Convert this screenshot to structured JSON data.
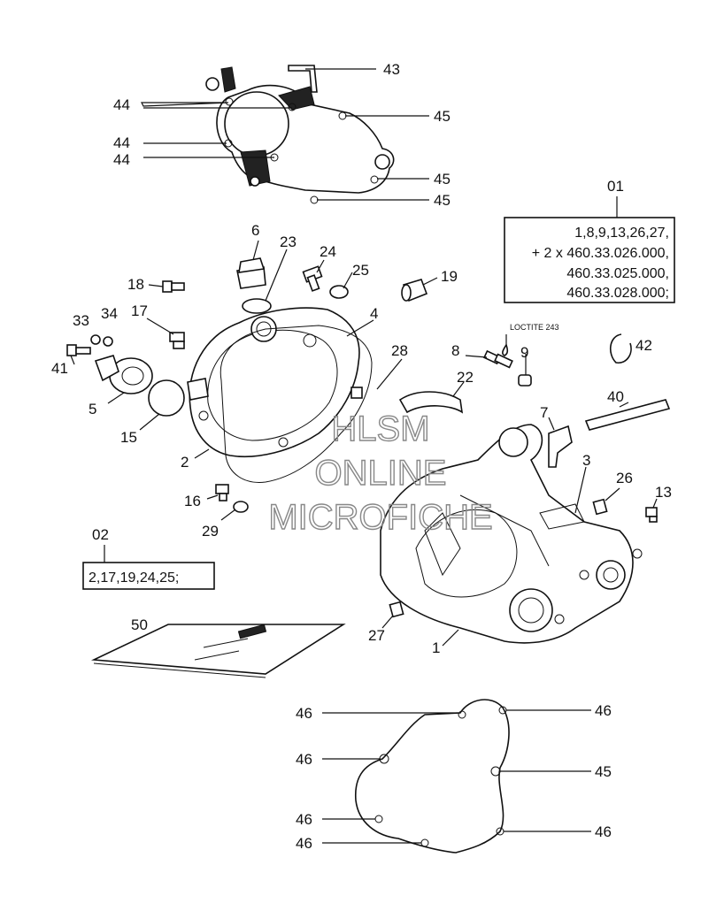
{
  "callouts": {
    "c43": "43",
    "c44a": "44",
    "c44b": "44",
    "c44c": "44",
    "c45a": "45",
    "c45b": "45",
    "c45c": "45",
    "c6": "6",
    "c23": "23",
    "c24": "24",
    "c25": "25",
    "c19": "19",
    "c18": "18",
    "c33": "33",
    "c34": "34",
    "c17": "17",
    "c4": "4",
    "c41": "41",
    "c28": "28",
    "c8": "8",
    "c9": "9",
    "c42": "42",
    "c22": "22",
    "c5": "5",
    "c15": "15",
    "c40": "40",
    "c7": "7",
    "c2": "2",
    "c3": "3",
    "c26": "26",
    "c13": "13",
    "c16": "16",
    "c29": "29",
    "c02": "02",
    "c50": "50",
    "c27": "27",
    "c1": "1",
    "c01": "01",
    "c46a": "46",
    "c46b": "46",
    "c46c": "46",
    "c46d": "46",
    "c46e": "46",
    "c46f": "46",
    "c45d": "45"
  },
  "kit01": {
    "line1": "1,8,9,13,26,27,",
    "line2": "+ 2 x 460.33.026.000,",
    "line3": "460.33.025.000,",
    "line4": "460.33.028.000;"
  },
  "kit02": {
    "line1": "2,17,19,24,25;"
  },
  "loctite": "LOCTITE 243",
  "watermark": {
    "line1": "HLSM",
    "line2": "ONLINE",
    "line3": "MICROFICHE"
  }
}
